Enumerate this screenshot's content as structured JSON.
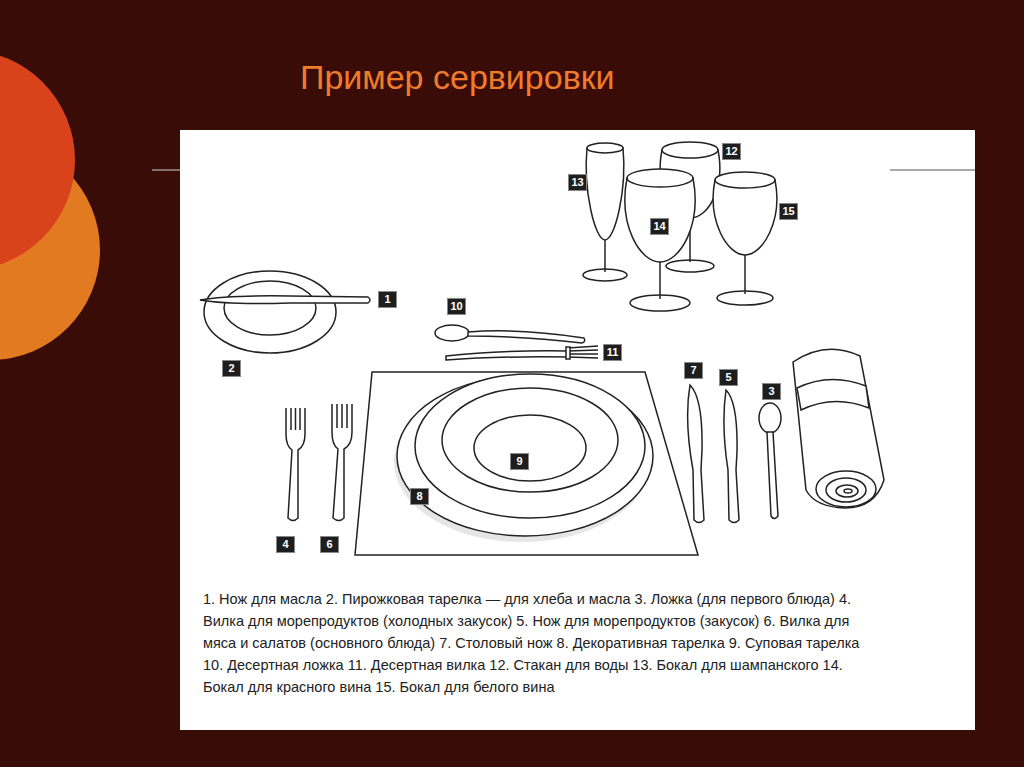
{
  "diagram": {
    "title": "Пример сервировки",
    "caption": "1. Нож для масла 2. Пирожковая тарелка — для хлеба и масла 3. Ложка (для первого блюда) 4. Вилка для морепродуктов (холодных закусок) 5. Нож для морепродуктов (закусок) 6. Вилка для мяса и салатов (основного блюда) 7. Столовый нож 8. Декоративная тарелка 9. Суповая тарелка 10. Десертная ложка 11. Десертная вилка 12. Стакан для воды 13. Бокал для шампанского 14. Бокал для красного вина 15. Бокал для белого вина",
    "labels": [
      "1",
      "2",
      "3",
      "4",
      "5",
      "6",
      "7",
      "8",
      "9",
      "10",
      "11",
      "12",
      "13",
      "14",
      "15"
    ]
  }
}
